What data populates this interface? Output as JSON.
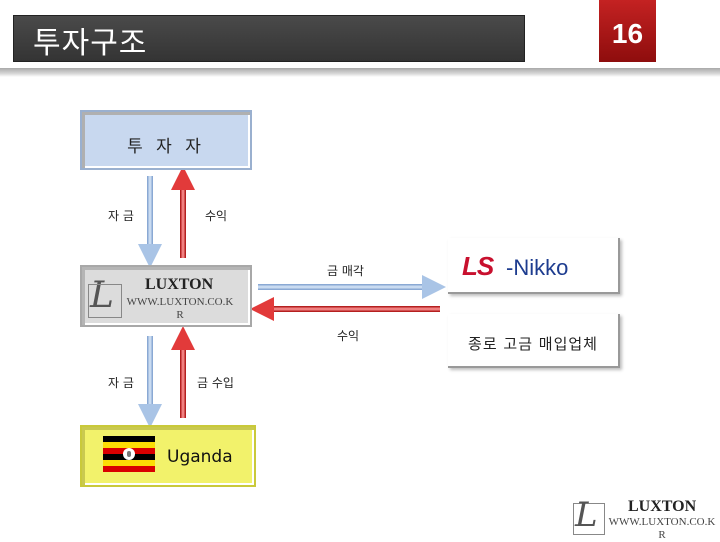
{
  "header": {
    "title": "투자구조",
    "page_number": "16"
  },
  "nodes": {
    "investor": "투 자 자",
    "luxton": {
      "name": "LUXTON",
      "url_line1": "WWW.LUXTON.CO.K",
      "url_line2": "R",
      "mark": "L"
    },
    "uganda": "Uganda",
    "nikko": {
      "ls": "LS",
      "name": "-Nikko"
    },
    "buyer": "종로 고금 매입업체"
  },
  "edges": {
    "investor_to_luxton": "자 금",
    "luxton_to_investor": "수익",
    "luxton_to_nikko": "금 매각",
    "nikko_to_luxton": "수익",
    "luxton_to_uganda": "자 금",
    "uganda_to_luxton": "금 수입"
  },
  "footer_logo": {
    "name": "LUXTON",
    "url_line1": "WWW.LUXTON.CO.K",
    "url_line2": "R",
    "mark": "L"
  },
  "colors": {
    "header_bg": "#3d3d3d",
    "page_badge": "#a81818",
    "investor_box": "#c8d8ef",
    "luxton_box": "#dcdcdc",
    "uganda_box": "#f2f26b",
    "flow_blue": "#a9c4e6",
    "flow_red": "#e23a3a",
    "ls_red": "#c8102e",
    "ls_blue": "#1d3c8f"
  },
  "icons": [
    "luxton-logo-icon",
    "uganda-flag-icon",
    "ls-nikko-logo-icon"
  ]
}
